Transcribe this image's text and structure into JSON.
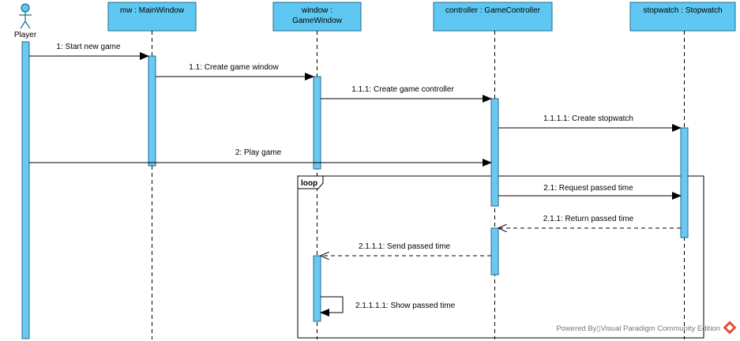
{
  "actor": {
    "name": "Player"
  },
  "lifelines": [
    {
      "id": "mw",
      "label_lines": [
        "mw : MainWindow"
      ]
    },
    {
      "id": "window",
      "label_lines": [
        "window :",
        "GameWindow"
      ]
    },
    {
      "id": "controller",
      "label_lines": [
        "controller : GameController"
      ]
    },
    {
      "id": "stopwatch",
      "label_lines": [
        "stopwatch : Stopwatch"
      ]
    }
  ],
  "messages": [
    {
      "id": "m1",
      "label": "1: Start new game",
      "type": "sync"
    },
    {
      "id": "m11",
      "label": "1.1: Create game window",
      "type": "sync"
    },
    {
      "id": "m111",
      "label": "1.1.1: Create game controller",
      "type": "sync"
    },
    {
      "id": "m1111",
      "label": "1.1.1.1: Create stopwatch",
      "type": "sync"
    },
    {
      "id": "m2",
      "label": "2: Play game",
      "type": "sync"
    },
    {
      "id": "m21",
      "label": "2.1: Request passed time",
      "type": "sync"
    },
    {
      "id": "m211",
      "label": "2.1.1: Return passed time",
      "type": "return"
    },
    {
      "id": "m2111",
      "label": "2.1.1.1: Send passed time",
      "type": "return"
    },
    {
      "id": "m21111",
      "label": "2.1.1.1.1: Show passed time",
      "type": "self"
    }
  ],
  "fragment": {
    "label": "loop"
  },
  "footer": {
    "text": "Powered By▯Visual Paradigm Community Edition"
  }
}
